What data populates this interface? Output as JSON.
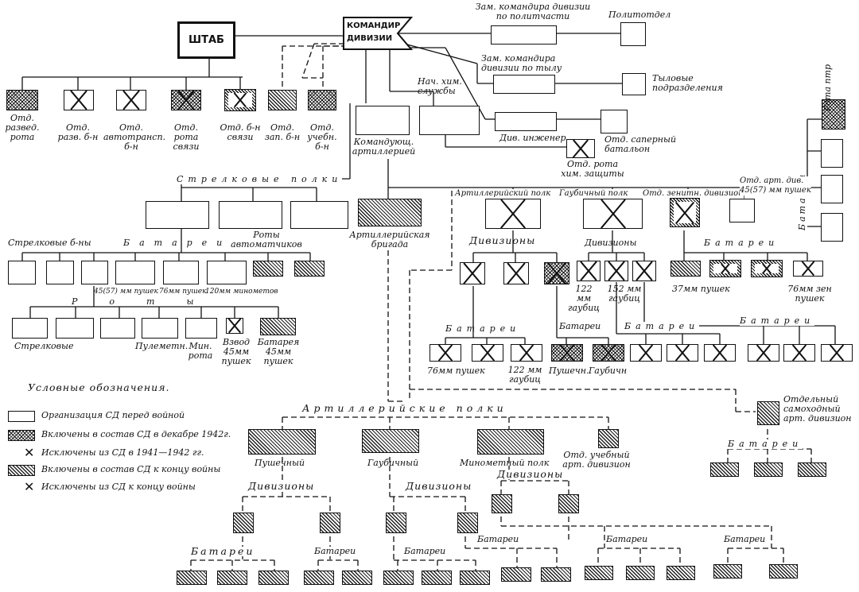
{
  "top": {
    "shtab": "ШТАБ",
    "commander_line1": "КОМАНДИР",
    "commander_line2": "ДИВИЗИИ",
    "deputy_political": "Зам. командира дивизии по политчасти",
    "politotdel": "Политотдел",
    "deputy_rear": "Зам. командира дивизии по тылу",
    "rear_units": "Тыловые подразделения",
    "chem_chief": "Нач. хим. службы",
    "div_engineer": "Див. инженер.",
    "sapper_bn": "Отд. саперный батальон",
    "chem_company": "Отд. рота хим. защиты",
    "artillery_commander": "Командующ. артиллерией",
    "rota_ptr": "Рота птр",
    "batteries_vertical": "Батареи"
  },
  "shtab_units": [
    {
      "label": "Отд. развед. рота"
    },
    {
      "label": "Отд. разв. б-н"
    },
    {
      "label": "Отд. автотрансп. б-н"
    },
    {
      "label": "Отд. рота связи"
    },
    {
      "label": "Отд. б-н связи"
    },
    {
      "label": "Отд. зап. б-н"
    },
    {
      "label": "Отд. учебн. б-н"
    }
  ],
  "rifle": {
    "regiments": "Стрелковые полки",
    "battalions": "Стрелковые б-ны",
    "batteries": "Батареи",
    "smg_companies": "Роты автоматчиков",
    "bat_45": "45(57) мм пушек",
    "bat_76": "76мм пушек",
    "bat_120": "120мм минометов",
    "roty": "Роты",
    "rifle_co": "Стрелковые",
    "mg_co": "Пулеметн.",
    "mortar_co": "Мин. рота",
    "platoon_45": "Взвод 45мм пушек",
    "battery_45": "Батарея 45мм пушек"
  },
  "artillery": {
    "brigade": "Артиллерийская бригада",
    "art_regiment": "Артиллерийский полк",
    "howitzer_regiment": "Гаубичный полк",
    "aa_division": "Отд. зенитн. дивизион",
    "at_division": "Отд. арт. див. 45(57) мм пушек",
    "divizions": "Дивизионы",
    "divizions2": "Дивизионы",
    "batteries_a": "Батареи",
    "batteries_b": "Батареи",
    "batteries_c": "Батареи",
    "batteries_d": "Батареи",
    "batteries_e": "Батареи",
    "how122": "122 мм гаубиц",
    "how152": "152 мм гаубиц",
    "gun37": "37мм пушек",
    "gun76aa": "76мм зен пушек",
    "gun76": "76мм пушек",
    "how122b": "122 мм гаубиц",
    "gunB": "Пушечн.",
    "howB": "Гаубичн"
  },
  "late": {
    "art_regiments": "Артиллерийские полки",
    "gun_reg": "Пушечный",
    "how_reg": "Гаубичный",
    "mortar_reg": "Минометный полк",
    "training_div": "Отд. учебный арт. дивизион",
    "sp_div": "Отдельный самоходный арт. дивизион",
    "divizions_a": "Дивизионы",
    "divizions_b": "Дивизионы",
    "divizions_c": "Дивизионы",
    "batteries_sp": "Батареи",
    "batteries_1": "Батареи",
    "batteries_2": "Батареи",
    "batteries_3": "Батареи",
    "batteries_4": "Батареи",
    "batteries_5": "Батареи",
    "batteries_6": "Батареи"
  },
  "legend": {
    "title": "Условные обозначения.",
    "items": [
      {
        "text": "Организация СД перед войной",
        "style": "plain"
      },
      {
        "text": "Включены в состав СД в декабре 1942г.",
        "style": "cross"
      },
      {
        "text": "Исключены из СД в 1941—1942 гг.",
        "style": "x"
      },
      {
        "text": "Включены в состав СД к концу войны",
        "style": "hatch"
      },
      {
        "text": "Исключены из СД к концу войны",
        "style": "x"
      }
    ]
  }
}
